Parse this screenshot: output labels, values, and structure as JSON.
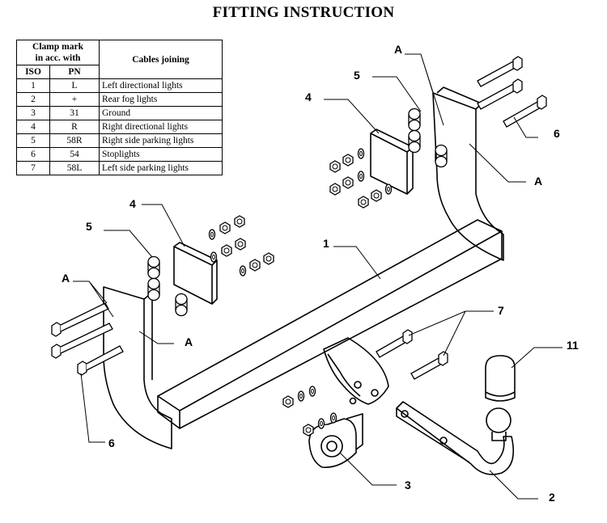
{
  "title": "FITTING INSTRUCTION",
  "table": {
    "clamp_header_line1": "Clamp mark",
    "clamp_header_line2": "in acc. with",
    "cables_header": "Cables joining",
    "iso_header": "ISO",
    "pn_header": "PN",
    "rows": [
      {
        "iso": "1",
        "pn": "L",
        "desc": "Left directional lights"
      },
      {
        "iso": "2",
        "pn": "+",
        "desc": "Rear fog lights"
      },
      {
        "iso": "3",
        "pn": "31",
        "desc": "Ground"
      },
      {
        "iso": "4",
        "pn": "R",
        "desc": "Right directional lights"
      },
      {
        "iso": "5",
        "pn": "58R",
        "desc": "Right side parking lights"
      },
      {
        "iso": "6",
        "pn": "54",
        "desc": "Stoplights"
      },
      {
        "iso": "7",
        "pn": "58L",
        "desc": "Left side parking lights"
      }
    ]
  },
  "callouts": {
    "a": "A",
    "c1": "1",
    "c2": "2",
    "c3": "3",
    "c4": "4",
    "c5": "5",
    "c6": "6",
    "c7": "7",
    "c11": "11"
  }
}
